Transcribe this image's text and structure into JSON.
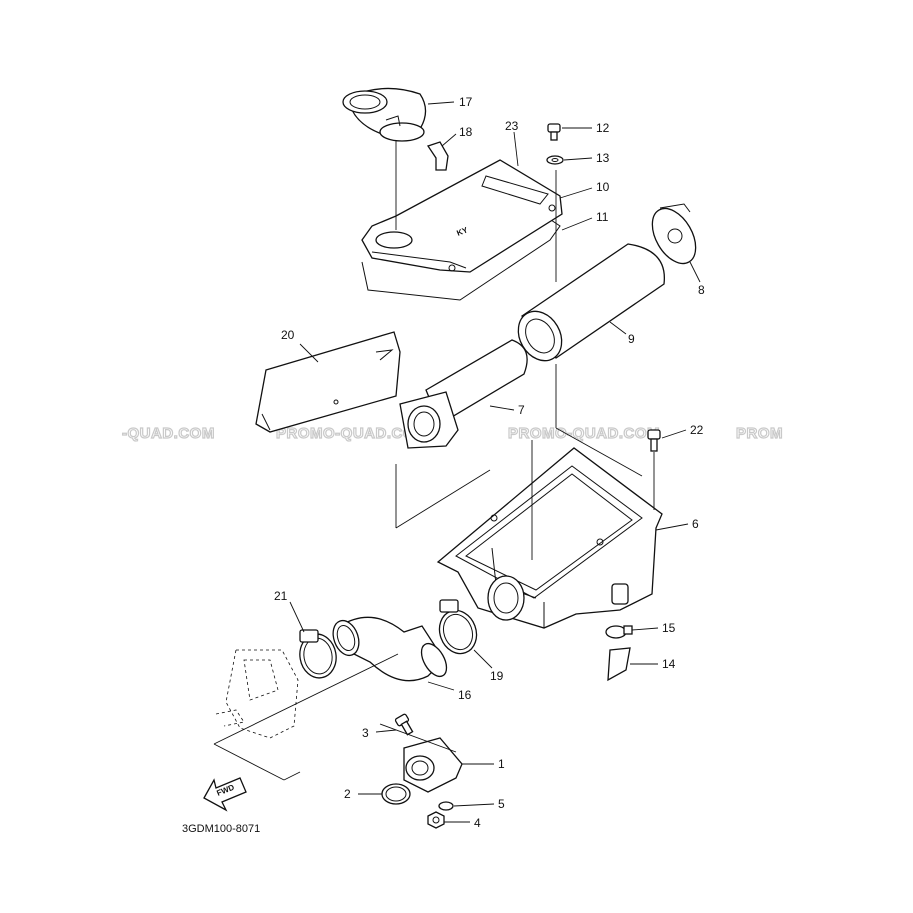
{
  "diagram": {
    "drawing_code": "3GDM100-8071",
    "fwd_label": "FWD",
    "watermarks": [
      "-QUAD.COM",
      "PROMO-QUAD.COM",
      "PROMO-QUAD.COM",
      "PROM"
    ],
    "callouts": {
      "p1": "1",
      "p2": "2",
      "p3": "3",
      "p4": "4",
      "p5": "5",
      "p6": "6",
      "p7": "7",
      "p8": "8",
      "p9": "9",
      "p10": "10",
      "p11": "11",
      "p12": "12",
      "p13": "13",
      "p14": "14",
      "p15": "15",
      "p16": "16",
      "p17": "17",
      "p18": "18",
      "p19": "19",
      "p20": "20",
      "p21": "21",
      "p22": "22",
      "p23": "23"
    }
  }
}
